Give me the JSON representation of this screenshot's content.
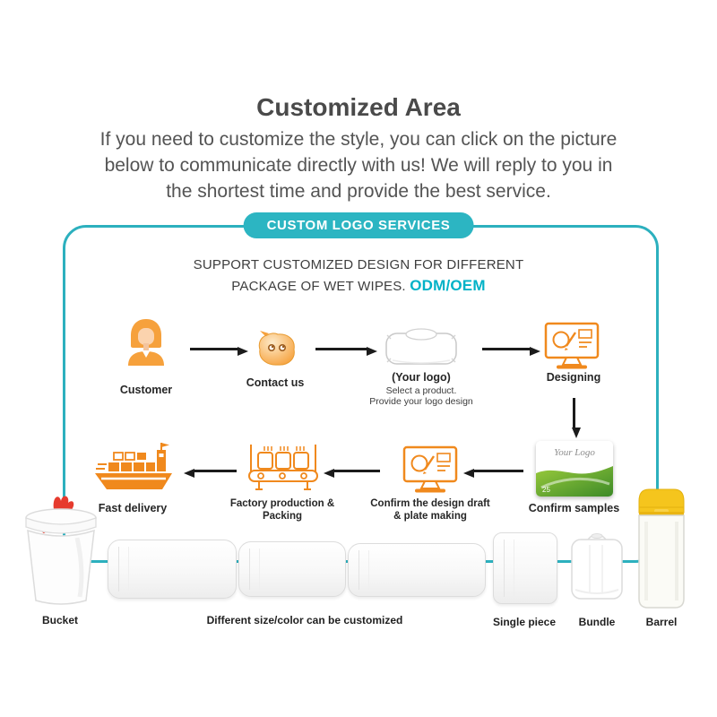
{
  "colors": {
    "teal_border": "#2CB0BE",
    "badge_teal": "#2CB5C2",
    "cyan_text": "#00B2C7",
    "icon_orange": "#F0891D",
    "title_gray": "#4A4A4A",
    "body_gray": "#545454",
    "arrow_black": "#1B1B1B",
    "lid_yellow": "#F5C51D",
    "wipe_red": "#E63B2E",
    "pack_green": "#3C8A28"
  },
  "header": {
    "title": "Customized Area",
    "line1": "If you need to customize the style, you can click on the picture",
    "line2": "below to communicate directly with us! We will reply to you in",
    "line3": "the shortest time and provide the best service."
  },
  "panel": {
    "badge": "CUSTOM LOGO SERVICES",
    "support_line1": "SUPPORT CUSTOMIZED DESIGN FOR DIFFERENT",
    "support_line2": "PACKAGE OF WET WIPES.",
    "odm_oem": "ODM/OEM"
  },
  "flow": {
    "step_customer": {
      "label": "Customer"
    },
    "step_contact": {
      "label": "Contact us"
    },
    "step_logo": {
      "label": "(Your logo)",
      "sub1": "Select a product.",
      "sub2": "Provide your logo design"
    },
    "step_designing": {
      "label": "Designing"
    },
    "step_samples": {
      "label": "Confirm samples",
      "pack_text": "Your Logo",
      "pack_count": "25"
    },
    "step_draft": {
      "label1": "Confirm the design draft",
      "label2": "& plate making"
    },
    "step_factory": {
      "label1": "Factory production &",
      "label2": "Packing"
    },
    "step_delivery": {
      "label": "Fast delivery"
    }
  },
  "products": {
    "bucket": "Bucket",
    "wipes": "Different size/color can be customized",
    "single": "Single piece",
    "bundle": "Bundle",
    "barrel": "Barrel"
  }
}
